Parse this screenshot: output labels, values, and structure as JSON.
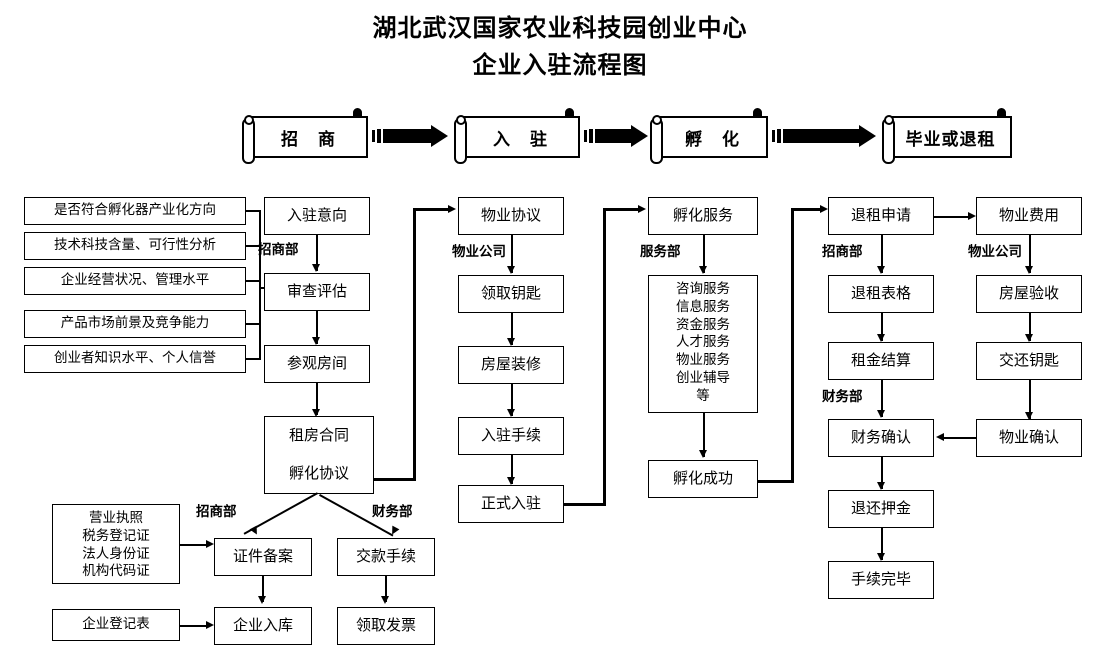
{
  "title": {
    "line1": "湖北武汉国家农业科技园创业中心",
    "line2": "企业入驻流程图"
  },
  "stages": [
    {
      "label": "招  商"
    },
    {
      "label": "入  驻"
    },
    {
      "label": "孵  化"
    },
    {
      "label": "毕业或退租"
    }
  ],
  "criteria": [
    {
      "label": "是否符合孵化器产业化方向"
    },
    {
      "label": "技术科技含量、可行性分析"
    },
    {
      "label": "企业经营状况、管理水平"
    },
    {
      "label": "产品市场前景及竞争能力"
    },
    {
      "label": "创业者知识水平、个人信誉"
    }
  ],
  "col_recruit": {
    "dept": "招商部",
    "steps": [
      {
        "label": "入驻意向"
      },
      {
        "label": "审查评估"
      },
      {
        "label": "参观房间"
      }
    ],
    "contract": {
      "line1": "租房合同",
      "line2": "孵化协议"
    }
  },
  "col_movein": {
    "dept": "物业公司",
    "steps": [
      {
        "label": "物业协议"
      },
      {
        "label": "领取钥匙"
      },
      {
        "label": "房屋装修"
      },
      {
        "label": "入驻手续"
      },
      {
        "label": "正式入驻"
      }
    ]
  },
  "col_incubate": {
    "dept": "服务部",
    "head": "孵化服务",
    "services": [
      "咨询服务",
      "信息服务",
      "资金服务",
      "人才服务",
      "物业服务",
      "创业辅导",
      "等"
    ],
    "result": "孵化成功"
  },
  "col_exit": {
    "dept1": "招商部",
    "dept2": "财务部",
    "steps": [
      {
        "label": "退租申请"
      },
      {
        "label": "退租表格"
      },
      {
        "label": "租金结算"
      },
      {
        "label": "财务确认"
      },
      {
        "label": "退还押金"
      },
      {
        "label": "手续完毕"
      }
    ]
  },
  "col_property": {
    "dept": "物业公司",
    "steps": [
      {
        "label": "物业费用"
      },
      {
        "label": "房屋验收"
      },
      {
        "label": "交还钥匙"
      },
      {
        "label": "物业确认"
      }
    ]
  },
  "bottom": {
    "documents": [
      "营业执照",
      "税务登记证",
      "法人身份证",
      "机构代码证"
    ],
    "registration_form": "企业登记表",
    "dept_left": "招商部",
    "dept_right": "财务部",
    "left_steps": [
      {
        "label": "证件备案"
      },
      {
        "label": "企业入库"
      }
    ],
    "right_steps": [
      {
        "label": "交款手续"
      },
      {
        "label": "领取发票"
      }
    ]
  },
  "colors": {
    "ink": "#000000",
    "paper": "#ffffff"
  }
}
